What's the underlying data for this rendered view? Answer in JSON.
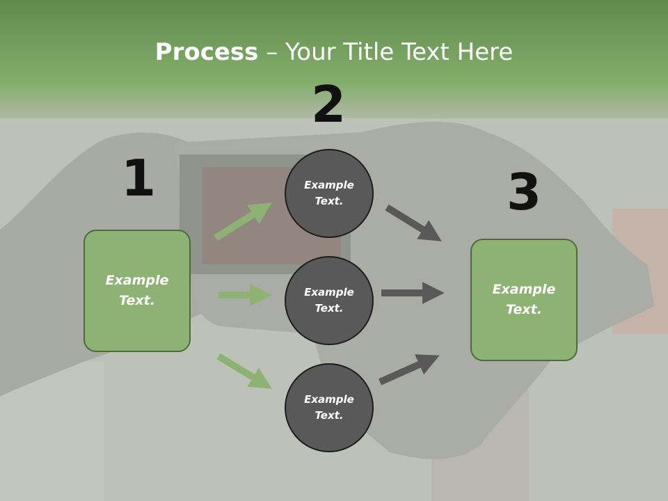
{
  "title": {
    "bold": "Process",
    "separator": " – ",
    "rest": "Your Title Text Here"
  },
  "steps": [
    {
      "number": "1",
      "box_text": "Example Text."
    },
    {
      "number": "2"
    },
    {
      "number": "3",
      "box_text": "Example Text."
    }
  ],
  "circles": [
    {
      "text": "Example Text."
    },
    {
      "text": "Example Text."
    },
    {
      "text": "Example Text."
    }
  ],
  "colors": {
    "header_green": "#6f9a5a",
    "box_fill": "#8db274",
    "box_border": "#4e6a3c",
    "circle_fill": "#595959",
    "circle_border": "#1d1d1d",
    "arrow_green": "#8db274",
    "arrow_gray": "#595959"
  }
}
